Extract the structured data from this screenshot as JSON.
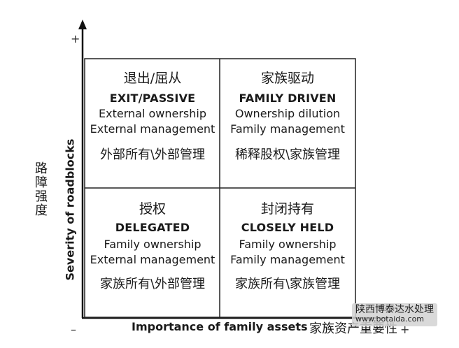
{
  "axes": {
    "y_label_en": "Severity of roadblocks",
    "y_label_cn": "路障强度",
    "x_label_en": "Importance of family assets",
    "x_label_cn": "家族资产重要性",
    "y_plus": "+",
    "x_minus": "–",
    "x_plus": "+"
  },
  "quadrants": {
    "top_left": {
      "cn_title": "退出/屈从",
      "en_title": "EXIT/PASSIVE",
      "line1": "External ownership",
      "line2": "External management",
      "cn_desc": "外部所有\\外部管理"
    },
    "top_right": {
      "cn_title": "家族驱动",
      "en_title": "FAMILY DRIVEN",
      "line1": "Ownership dilution",
      "line2": "Family management",
      "cn_desc": "稀释股权\\家族管理"
    },
    "bottom_left": {
      "cn_title": "授权",
      "en_title": "DELEGATED",
      "line1": "Family ownership",
      "line2": "External management",
      "cn_desc": "家族所有\\外部管理"
    },
    "bottom_right": {
      "cn_title": "封闭持有",
      "en_title": "CLOSELY HELD",
      "line1": "Family ownership",
      "line2": "Family management",
      "cn_desc": "家族所有\\家族管理"
    }
  },
  "watermark": {
    "name": "陕西博泰达水处理",
    "url": "www.botaida.com"
  }
}
